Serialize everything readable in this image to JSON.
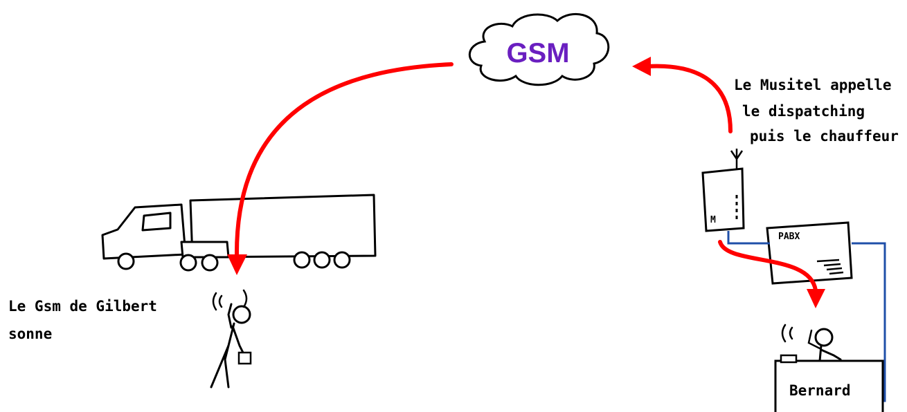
{
  "cloud": {
    "label": "GSM",
    "label_color": "#6a1fc0"
  },
  "musitel": {
    "lines": [
      "Le Musitel appelle",
      "le dispatching",
      "puis le chauffeur"
    ],
    "device_letter": "M"
  },
  "pabx": {
    "label": "PABX"
  },
  "driver_caption": {
    "lines": [
      "Le Gsm de Gilbert",
      "sonne"
    ]
  },
  "desk": {
    "label": "Bernard"
  },
  "colors": {
    "arrow": "#ff0000",
    "wire": "#1f4fa8",
    "ink": "#000000"
  }
}
